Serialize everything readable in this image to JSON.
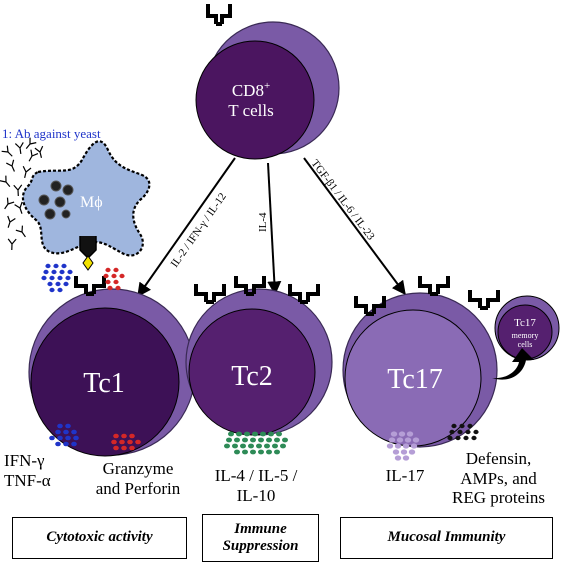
{
  "colors": {
    "outer_cell": "#7a5aa6",
    "tc1_core": "#3d1156",
    "tc2_core": "#55206f",
    "tc17_core": "#8a6bb5",
    "macrophage": "#9fb6de",
    "granules_blue": "#1f34c9",
    "granules_red": "#d42727",
    "granules_green": "#2e8b57",
    "granules_lilac": "#b59ed6",
    "granules_black": "#111111"
  },
  "center_cell": {
    "label_line1": "CD8",
    "label_sup": "+",
    "label_line2": "T cells"
  },
  "arrows": {
    "left": "IL-2 / IFN-γ / IL-12",
    "middle": "IL-4",
    "right": "TGF-β1 / IL-6 / IL-23"
  },
  "macrophage": {
    "label": "Mϕ",
    "annotation": "1: Ab against yeast"
  },
  "cells": {
    "tc1": {
      "label": "Tc1"
    },
    "tc2": {
      "label": "Tc2"
    },
    "tc17": {
      "label": "Tc17"
    },
    "memory": {
      "line1": "Tc17",
      "line2": "memory",
      "line3": "cells"
    }
  },
  "secretions": {
    "tc1_left": "IFN-γ\nTNF-α",
    "tc1_right": "Granzyme\nand Perforin",
    "tc2": "IL-4 / IL-5 /\nIL-10",
    "tc17_left": "IL-17",
    "tc17_right": "Defensin,\nAMPs, and\nREG proteins"
  },
  "boxes": {
    "tc1": "Cytotoxic activity",
    "tc2": "Immune\nSuppression",
    "tc17": "Mucosal Immunity"
  }
}
